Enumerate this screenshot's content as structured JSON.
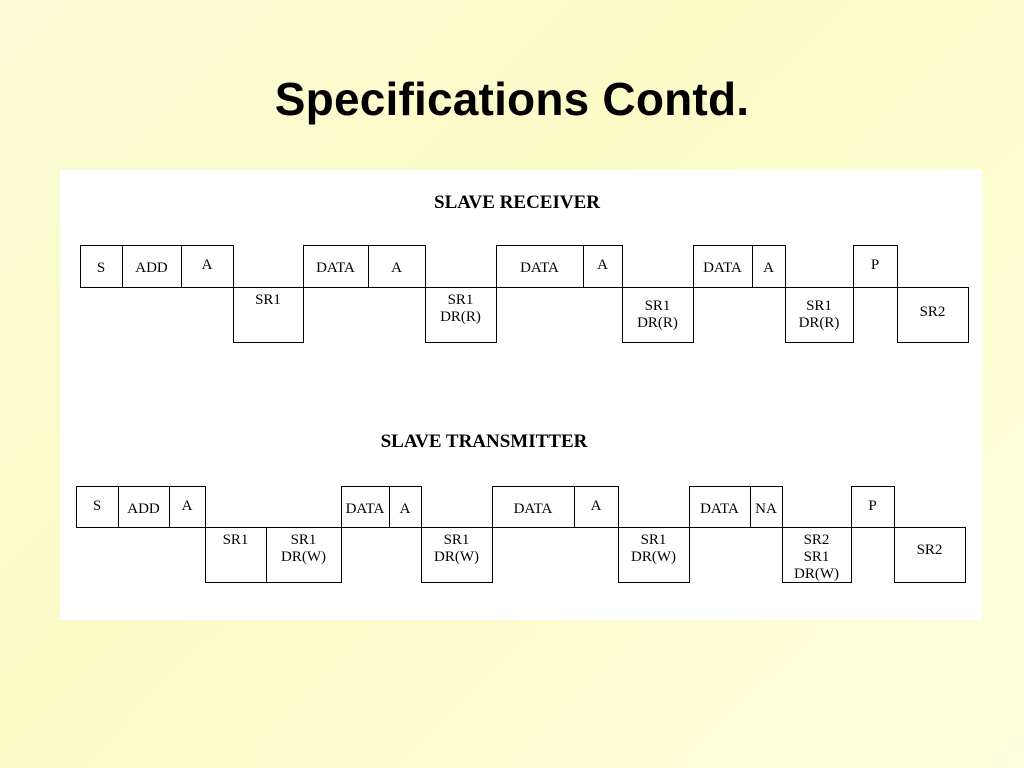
{
  "slide": {
    "title": "Specifications Contd."
  },
  "receiver": {
    "title": "SLAVE RECEIVER",
    "top": [
      "S",
      "ADD",
      "A",
      "DATA",
      "A",
      "DATA",
      "A",
      "DATA",
      "A",
      "P"
    ],
    "bottom": [
      {
        "lines": [
          "SR1"
        ]
      },
      {
        "lines": [
          "SR1",
          "DR(R)"
        ]
      },
      {
        "lines": [
          "SR1",
          "DR(R)"
        ]
      },
      {
        "lines": [
          "SR1",
          "DR(R)"
        ]
      },
      {
        "lines": [
          "SR2"
        ]
      }
    ]
  },
  "transmitter": {
    "title": "SLAVE TRANSMITTER",
    "top": [
      "S",
      "ADD",
      "A",
      "DATA",
      "A",
      "DATA",
      "A",
      "DATA",
      "NA",
      "P"
    ],
    "bottom": [
      {
        "lines": [
          "SR1"
        ]
      },
      {
        "lines": [
          "SR1",
          "DR(W)"
        ]
      },
      {
        "lines": [
          "SR1",
          "DR(W)"
        ]
      },
      {
        "lines": [
          "SR1",
          "DR(W)"
        ]
      },
      {
        "lines": [
          "SR2",
          "SR1",
          "DR(W)"
        ]
      },
      {
        "lines": [
          "SR2"
        ]
      }
    ]
  }
}
